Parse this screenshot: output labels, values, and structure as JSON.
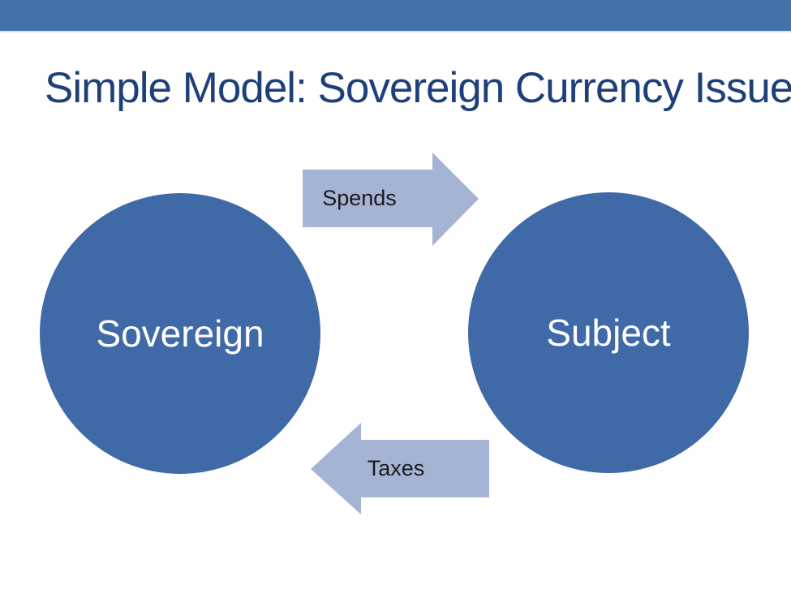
{
  "slide": {
    "title": "Simple Model: Sovereign Currency Issuer",
    "nodes": [
      {
        "id": "sovereign",
        "label": "Sovereign",
        "shape": "circle"
      },
      {
        "id": "subject",
        "label": "Subject",
        "shape": "circle"
      }
    ],
    "flows": [
      {
        "id": "spends",
        "label": "Spends",
        "from": "sovereign",
        "to": "subject",
        "direction": "right"
      },
      {
        "id": "taxes",
        "label": "Taxes",
        "from": "subject",
        "to": "sovereign",
        "direction": "left"
      }
    ]
  },
  "colors": {
    "header_bar": "#4470AC",
    "header_underline": "#CDE6F5",
    "node_fill": "#4069A7",
    "node_text": "#FFFFFF",
    "arrow_fill": "#A5B4D5",
    "arrow_text": "#1A1A1A",
    "title_text": "#1E4078",
    "background": "#FFFFFF"
  }
}
